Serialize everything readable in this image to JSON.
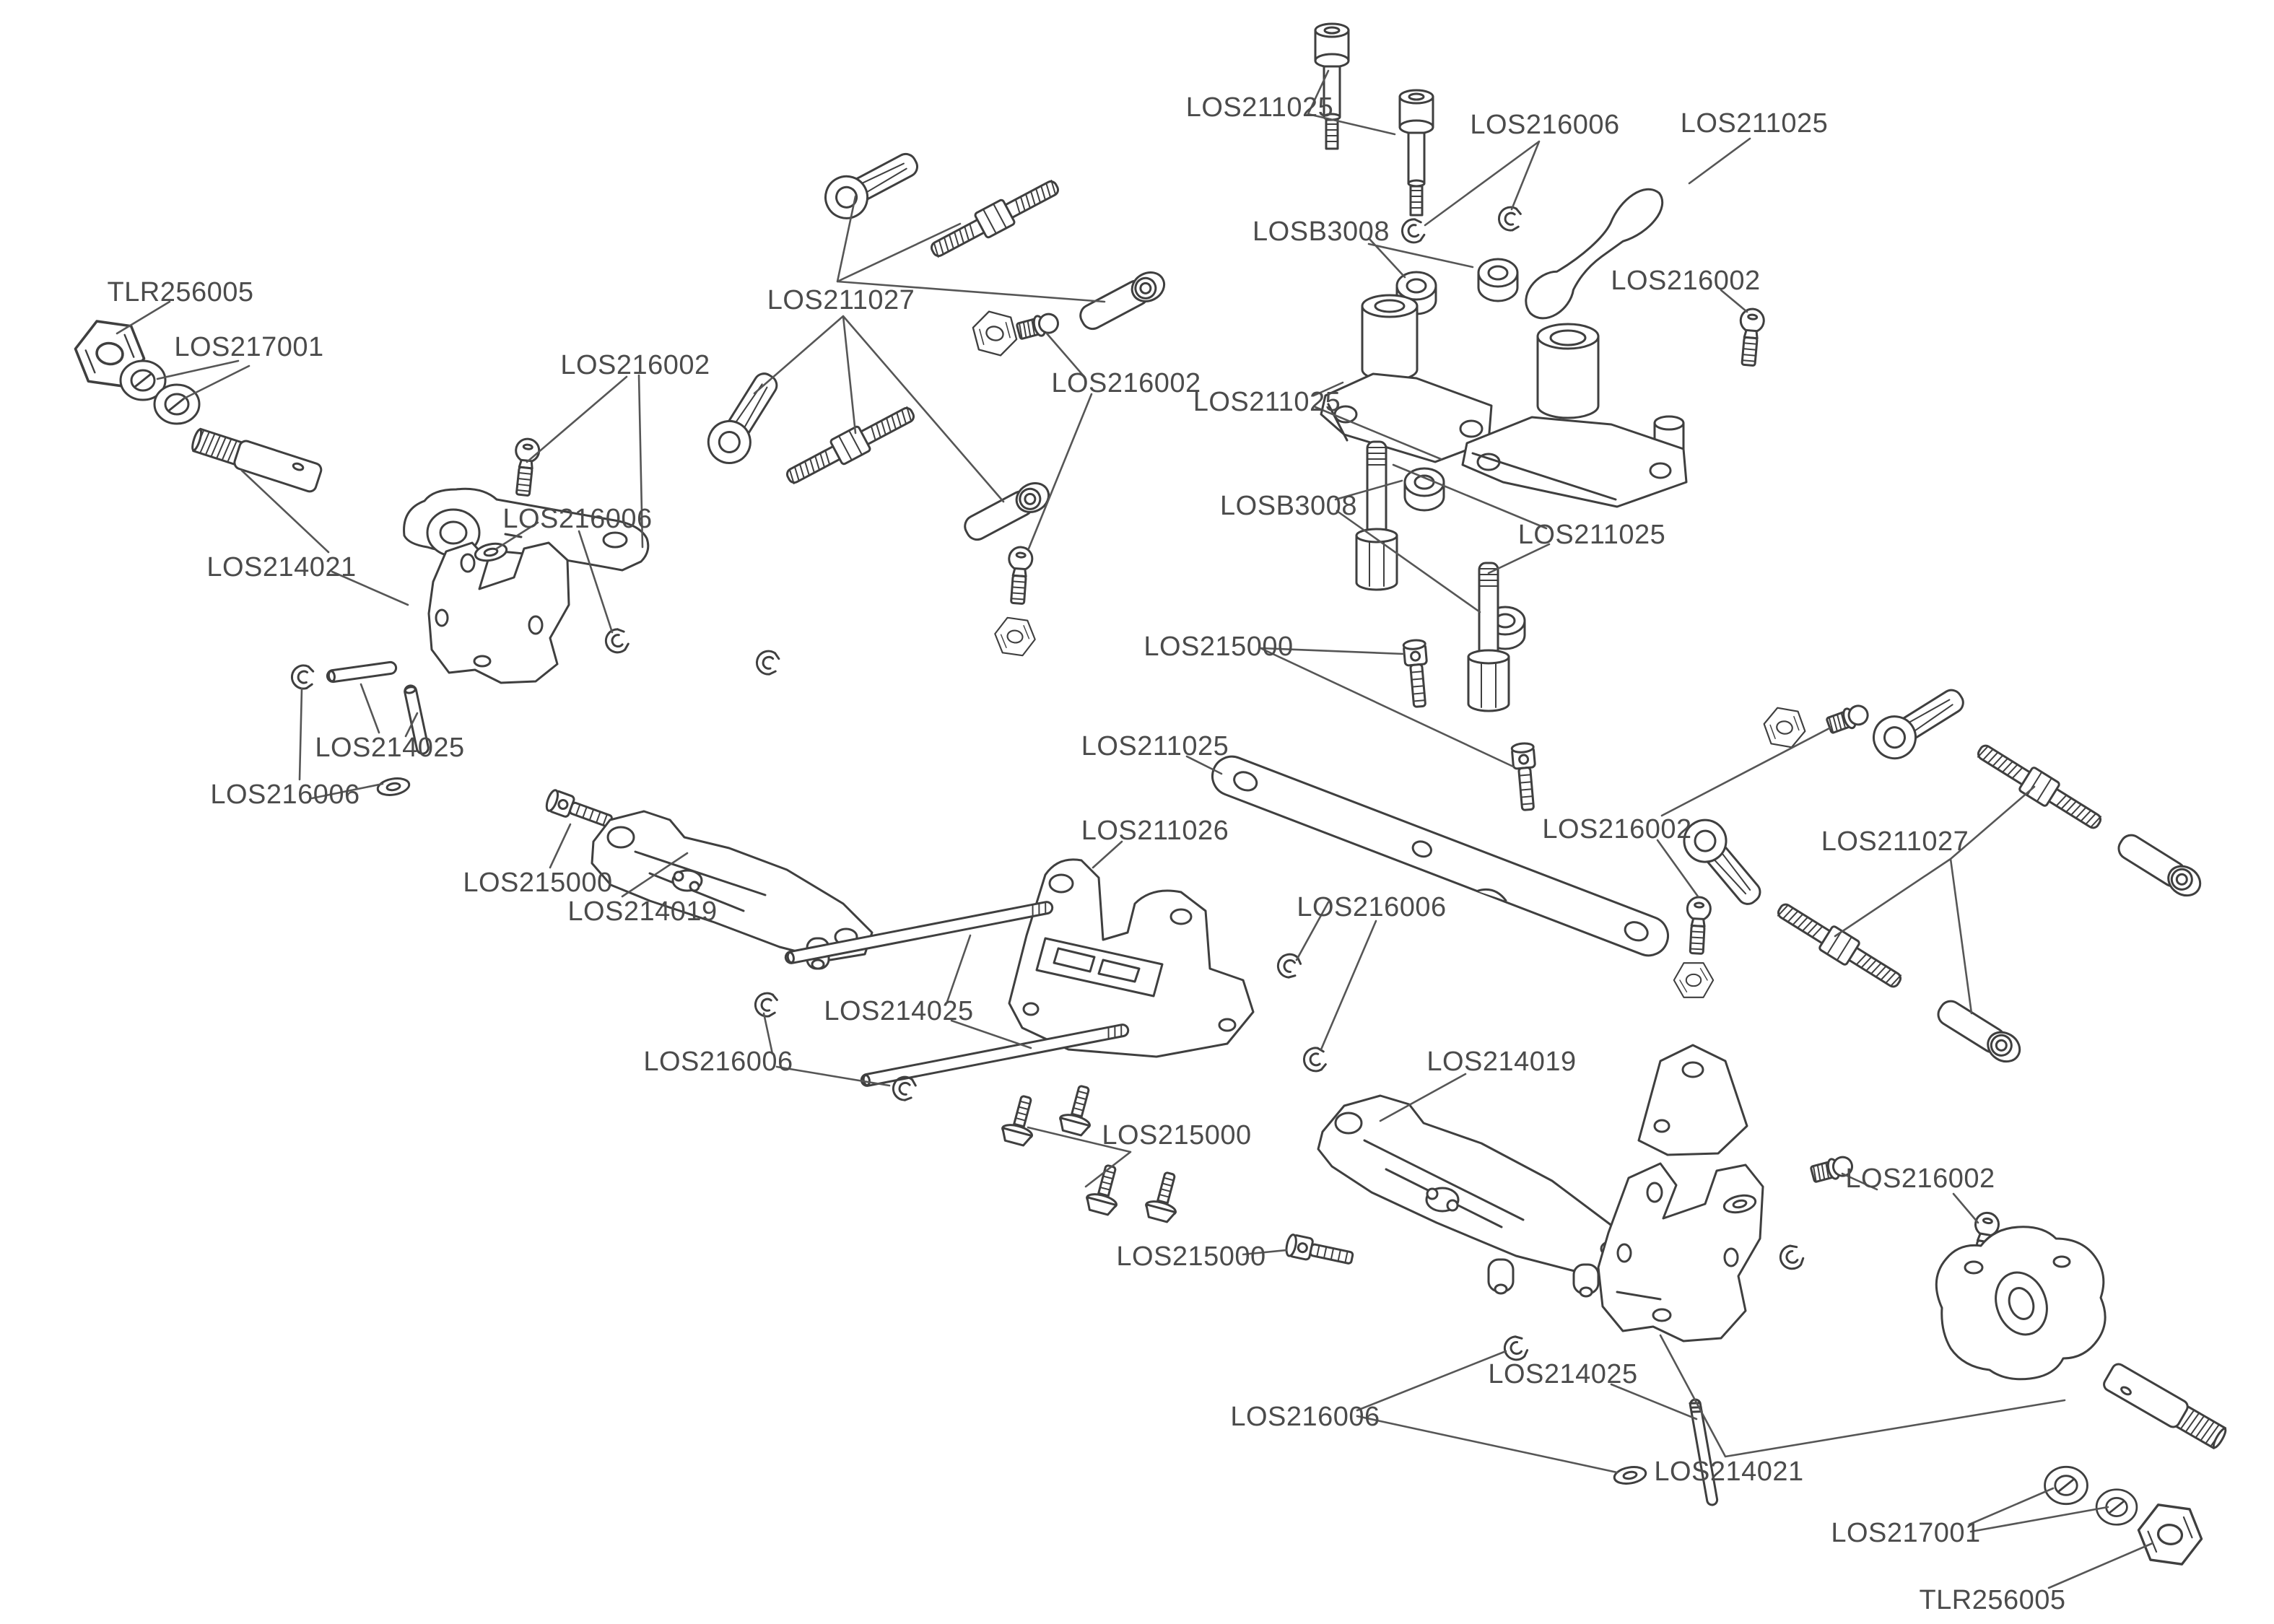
{
  "diagram": {
    "type": "exploded-parts-diagram",
    "subject": "RC vehicle front steering and suspension exploded view",
    "colors": {
      "background": "#ffffff",
      "part_line": "#3f3f3f",
      "leader_line": "#565656",
      "label_text": "#4b4b4b",
      "logo_fill": "#3f3f3f"
    },
    "part_numbers": [
      "TLR256005",
      "LOS217001",
      "LOS214021",
      "LOS211027",
      "LOS216002",
      "LOS216006",
      "LOS214025",
      "LOS215000",
      "LOS214019",
      "LOS211025",
      "LOSB3008",
      "LOS211026"
    ],
    "labels": [
      "TLR256005",
      "LOS217001",
      "LOS214021",
      "LOS211027",
      "LOS216002",
      "LOS216006",
      "LOS216002",
      "LOS214025",
      "LOS216006",
      "LOS215000",
      "LOS214019",
      "LOS211025",
      "LOS216006",
      "LOS211025",
      "LOSB3008",
      "LOS216002",
      "LOS211025",
      "LOSB3008",
      "LOS211025",
      "LOS215000",
      "LOS211025",
      "LOS211026",
      "LOS216006",
      "LOS216002",
      "LOS211027",
      "LOS214019",
      "LOS215000",
      "LOS215000",
      "LOS216002",
      "LOS214025",
      "LOS216006",
      "LOS214021",
      "LOS217001",
      "TLR256005",
      "LOS214025",
      "LOS216006"
    ]
  }
}
